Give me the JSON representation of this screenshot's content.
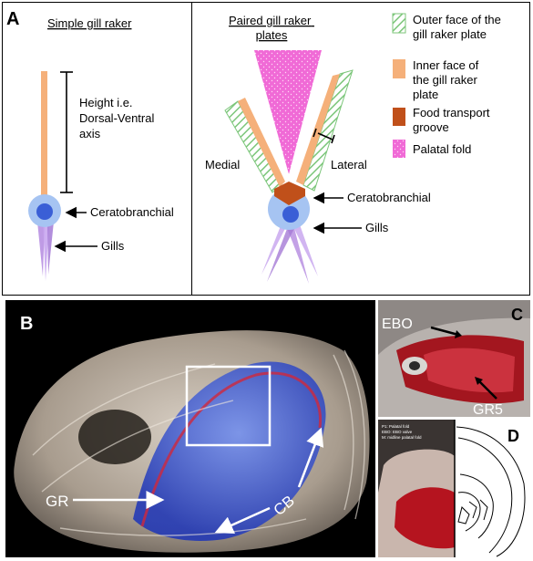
{
  "panelA": {
    "letter": "A",
    "simple": {
      "title": "Simple gill raker",
      "height_label_lines": [
        "Height i.e.",
        "Dorsal-Ventral",
        "axis"
      ],
      "ceratobranchial": "Ceratobranchial",
      "gills": "Gills"
    },
    "paired": {
      "title_lines": [
        "Paired gill raker",
        "plates"
      ],
      "medial": "Medial",
      "lateral": "Lateral",
      "ceratobranchial": "Ceratobranchial",
      "gills": "Gills"
    },
    "legend": [
      {
        "name": "outer-face",
        "lines": [
          "Outer face of the",
          "gill raker plate"
        ]
      },
      {
        "name": "inner-face",
        "lines": [
          "Inner face of",
          "the gill raker",
          "plate"
        ]
      },
      {
        "name": "food-groove",
        "lines": [
          "Food transport",
          "groove"
        ]
      },
      {
        "name": "palatal-fold",
        "lines": [
          "Palatal fold"
        ]
      }
    ],
    "colors": {
      "inner_face": "#f5b07a",
      "outer_hatch": "#7cc67a",
      "food_groove": "#c0501a",
      "palatal_fold": "#f06ad6",
      "ceratobranchial_outer": "#a6c4f2",
      "ceratobranchial_inner": "#3a5fd6",
      "gills": "#b48ae0"
    }
  },
  "panelB": {
    "letter": "B",
    "gr": "GR",
    "cb": "CB"
  },
  "panelC": {
    "letter": "C",
    "ebo": "EBO",
    "gr5": "GR5"
  },
  "panelD": {
    "letter": "D",
    "photo_text_lines": [
      "P1: Palatal fold",
      "EBO: EBO valve",
      "M: midline palatal fold"
    ]
  }
}
